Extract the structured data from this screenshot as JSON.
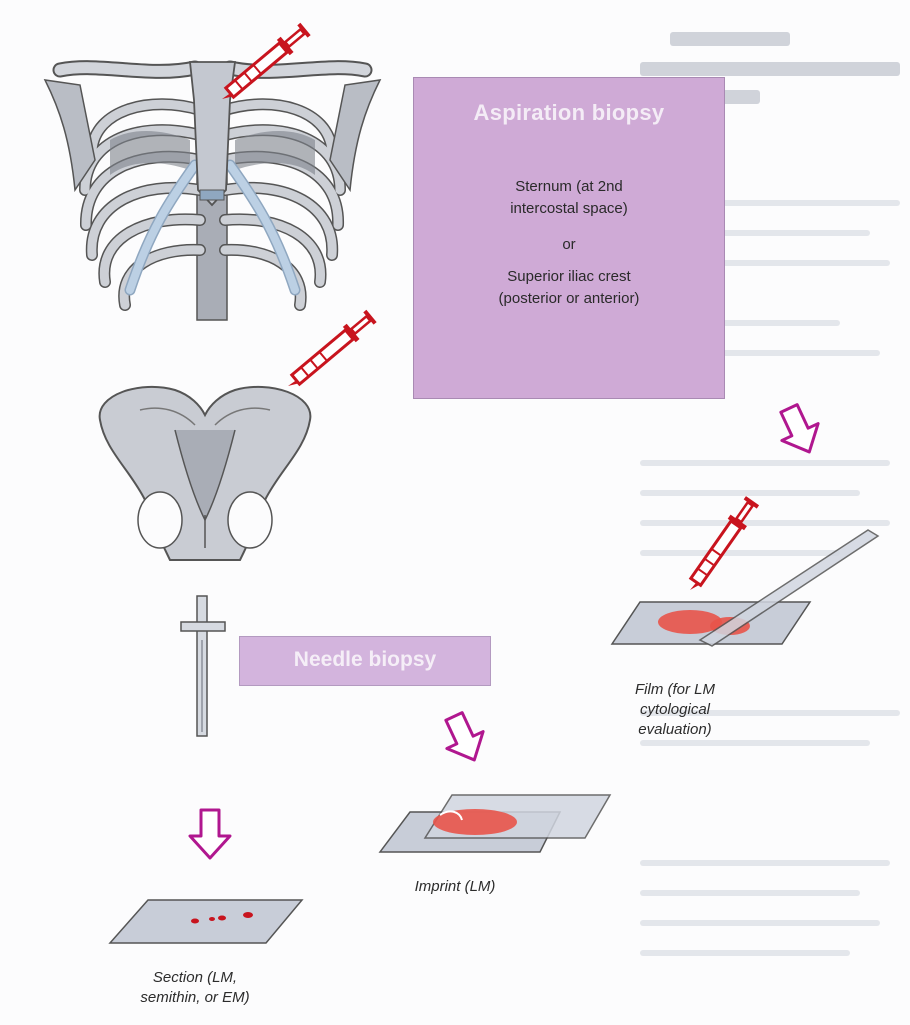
{
  "aspiration": {
    "title": "Aspiration biopsy",
    "site1_line1": "Sternum  (at 2nd",
    "site1_line2": "intercostal space)",
    "or": "or",
    "site2_line1": "Superior iliac crest",
    "site2_line2": "(posterior or anterior)"
  },
  "needle": {
    "title": "Needle biopsy"
  },
  "captions": {
    "film_line1": "Film (for LM",
    "film_line2": "cytological",
    "film_line3": "evaluation)",
    "imprint": "Imprint (LM)",
    "section_line1": "Section (LM,",
    "section_line2": "semithin, or EM)"
  },
  "colors": {
    "box_fill": "#cfaad6",
    "arrow_outline": "#b0178f",
    "syringe_red": "#c8141e",
    "tissue_red": "#e8544a",
    "bone": "#c9ccd3",
    "cartilage": "#b9cfe3",
    "slide": "#c8cdd8"
  },
  "icons": [
    "ribcage-illustration",
    "pelvis-illustration",
    "syringe-icon",
    "biopsy-needle-icon",
    "glass-slide-icon",
    "down-arrow-icon"
  ]
}
